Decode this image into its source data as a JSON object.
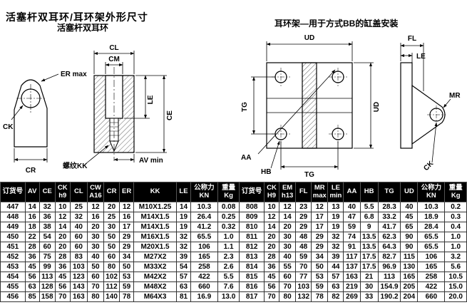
{
  "page": {
    "title": "活塞杆双耳环/耳环架外形尺寸"
  },
  "drawings": {
    "left": {
      "title": "活塞杆双耳环",
      "labels": {
        "er_max": "ER max",
        "cl": "CL",
        "cm": "CM",
        "ck": "CK",
        "le": "LE",
        "ce": "CE",
        "av_min": "AV min",
        "cr": "CR",
        "kk": "螺纹KK"
      }
    },
    "right": {
      "title": "耳环架—用于方式BB的缸盖安装",
      "labels": {
        "ud_top": "UD",
        "fl": "FL",
        "le": "LE",
        "mr": "MR",
        "tg_left": "TG",
        "ud_right": "UD",
        "aa": "AA",
        "hb": "HB",
        "tg_bottom": "TG",
        "ck": "CK"
      }
    }
  },
  "table": {
    "headers": [
      "订货号",
      "AV",
      "CE",
      "CK\nh9",
      "CL",
      "CW\nA16",
      "CR",
      "ER",
      "KK",
      "LE",
      "公称力\nKN",
      "重量\nKg",
      "订货号",
      "CK\nH9",
      "EM\nh13",
      "FL",
      "MR\nmax",
      "LE\nmin",
      "AA",
      "HB",
      "TG",
      "UD",
      "公称力\nKN",
      "重量\nKg"
    ],
    "rows": [
      [
        "447",
        "14",
        "32",
        "10",
        "25",
        "12",
        "20",
        "12",
        "M10X1.25",
        "14",
        "10.3",
        "0.08",
        "808",
        "10",
        "12",
        "23",
        "12",
        "13",
        "40",
        "5.5",
        "28.3",
        "40",
        "10.3",
        "0.2"
      ],
      [
        "448",
        "16",
        "36",
        "12",
        "32",
        "16",
        "25",
        "16",
        "M14X1.5",
        "19",
        "26.4",
        "0.25",
        "809",
        "12",
        "14",
        "29",
        "17",
        "19",
        "47",
        "6.8",
        "33.2",
        "45",
        "18.9",
        "0.3"
      ],
      [
        "449",
        "18",
        "38",
        "14",
        "40",
        "20",
        "30",
        "17",
        "M14X1.5",
        "19",
        "41.2",
        "0.32",
        "810",
        "14",
        "20",
        "29",
        "17",
        "19",
        "59",
        "9",
        "41.7",
        "65",
        "28.4",
        "0.4"
      ],
      [
        "450",
        "22",
        "54",
        "20",
        "60",
        "30",
        "50",
        "29",
        "M16X1.5",
        "32",
        "65.5",
        "1.0",
        "811",
        "20",
        "30",
        "48",
        "29",
        "32",
        "74",
        "13.5",
        "62.3",
        "90",
        "65.5",
        "1.0"
      ],
      [
        "451",
        "28",
        "60",
        "20",
        "60",
        "30",
        "50",
        "29",
        "M20X1.5",
        "32",
        "106",
        "1.1",
        "812",
        "20",
        "30",
        "48",
        "29",
        "32",
        "91",
        "13.5",
        "64.3",
        "90",
        "65.5",
        "1.0"
      ],
      [
        "452",
        "36",
        "75",
        "28",
        "83",
        "40",
        "60",
        "34",
        "M27X2",
        "39",
        "165",
        "2.3",
        "813",
        "28",
        "40",
        "59",
        "34",
        "39",
        "117",
        "17.5",
        "82.7",
        "115",
        "106",
        "3.2"
      ],
      [
        "453",
        "45",
        "99",
        "36",
        "103",
        "50",
        "80",
        "50",
        "M33X2",
        "54",
        "258",
        "2.6",
        "814",
        "36",
        "55",
        "70",
        "50",
        "44",
        "137",
        "17.5",
        "96.9",
        "130",
        "165",
        "5.6"
      ],
      [
        "454",
        "56",
        "113",
        "45",
        "123",
        "60",
        "102",
        "53",
        "M42X2",
        "57",
        "422",
        "5.5",
        "815",
        "45",
        "60",
        "77",
        "53",
        "57",
        "163",
        "21",
        "113",
        "165",
        "258",
        "10.5"
      ],
      [
        "455",
        "63",
        "128",
        "56",
        "143",
        "70",
        "112",
        "59",
        "M48X2",
        "63",
        "660",
        "7.6",
        "816",
        "56",
        "70",
        "103",
        "59",
        "63",
        "219",
        "30",
        "154.9",
        "205",
        "422",
        "15.0"
      ],
      [
        "456",
        "85",
        "158",
        "70",
        "163",
        "80",
        "140",
        "78",
        "M64X3",
        "81",
        "16.9",
        "13.0",
        "817",
        "70",
        "80",
        "132",
        "78",
        "82",
        "269",
        "33",
        "190.2",
        "204",
        "660",
        "20.0"
      ]
    ]
  }
}
